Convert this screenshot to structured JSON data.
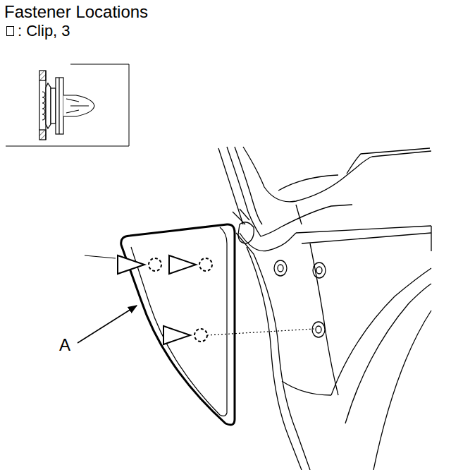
{
  "diagram": {
    "title": "Fastener Locations",
    "labels": [
      "A"
    ],
    "legend": [
      {
        "text": ": Clip, 3"
      }
    ]
  }
}
